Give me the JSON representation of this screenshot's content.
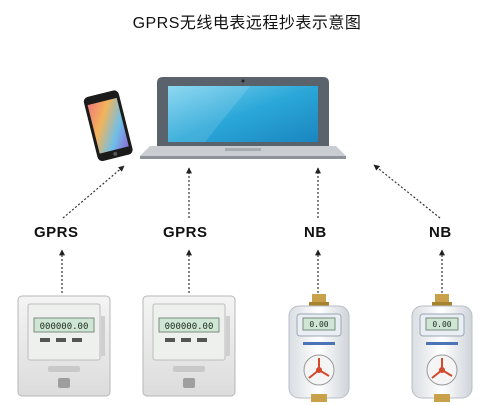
{
  "title": "GPRS无线电表远程抄表示意图",
  "links": [
    {
      "label": "GPRS"
    },
    {
      "label": "GPRS"
    },
    {
      "label": "NB"
    },
    {
      "label": "NB"
    }
  ],
  "meters": [
    {
      "display": "000000.00"
    },
    {
      "display": "000000.00"
    },
    {
      "display": "0.00"
    },
    {
      "display": "0.00"
    }
  ],
  "colors": {
    "laptop_frame": "#5e6770",
    "laptop_screen": "#29a9d8",
    "water_meter_valve": "#c8a14a",
    "water_meter_dial": "#d2492c",
    "lcd": "#cfe6d4"
  }
}
